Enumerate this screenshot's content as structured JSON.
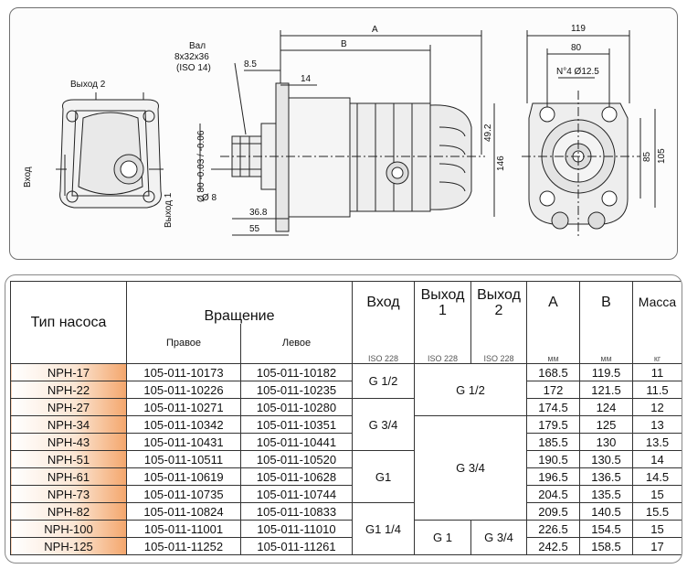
{
  "drawing": {
    "labels": {
      "shaft_title": "Вал",
      "shaft_spec": "8x32x36",
      "shaft_std": "(ISO 14)",
      "outlet2": "Выход 2",
      "inlet": "Вход",
      "outlet1": "Выход 1",
      "dia_pilot": "Ø 80 -0.03 / -0.06",
      "dia_8": "Ø 8",
      "bolt_holes": "N°4 Ø12.5"
    },
    "dims": {
      "A": "A",
      "B": "B",
      "d8_5": "8.5",
      "d14": "14",
      "d36_8": "36.8",
      "d55": "55",
      "d49_2": "49.2",
      "d146": "146",
      "d119": "119",
      "d80": "80",
      "d85": "85",
      "d105": "105"
    }
  },
  "table": {
    "headers": {
      "pump_type": "Тип насоса",
      "rotation": "Вращение",
      "right": "Правое",
      "left": "Левое",
      "inlet": "Вход",
      "outlet1_a": "Выход",
      "outlet1_b": "1",
      "outlet2_a": "Выход",
      "outlet2_b": "2",
      "A": "A",
      "B": "B",
      "mass": "Масса",
      "iso_in": "ISO 228",
      "iso_out1": "ISO 228",
      "iso_out2": "ISO 228",
      "unit_A": "мм",
      "unit_B": "мм",
      "unit_mass": "кг"
    },
    "merged": {
      "inlet_g12": "G 1/2",
      "inlet_g34": "G 3/4",
      "inlet_g1": "G1",
      "inlet_g114": "G1 1/4",
      "out_g12": "G 1/2",
      "out_g34": "G 3/4",
      "out1_g1": "G 1",
      "out2_g34": "G 3/4"
    },
    "rows": [
      {
        "model": "NPH-17",
        "right": "105-011-10173",
        "left": "105-011-10182",
        "A": "168.5",
        "B": "119.5",
        "mass": "11"
      },
      {
        "model": "NPH-22",
        "right": "105-011-10226",
        "left": "105-011-10235",
        "A": "172",
        "B": "121.5",
        "mass": "11.5"
      },
      {
        "model": "NPH-27",
        "right": "105-011-10271",
        "left": "105-011-10280",
        "A": "174.5",
        "B": "124",
        "mass": "12"
      },
      {
        "model": "NPH-34",
        "right": "105-011-10342",
        "left": "105-011-10351",
        "A": "179.5",
        "B": "125",
        "mass": "13"
      },
      {
        "model": "NPH-43",
        "right": "105-011-10431",
        "left": "105-011-10441",
        "A": "185.5",
        "B": "130",
        "mass": "13.5"
      },
      {
        "model": "NPH-51",
        "right": "105-011-10511",
        "left": "105-011-10520",
        "A": "190.5",
        "B": "130.5",
        "mass": "14"
      },
      {
        "model": "NPH-61",
        "right": "105-011-10619",
        "left": "105-011-10628",
        "A": "196.5",
        "B": "136.5",
        "mass": "14.5"
      },
      {
        "model": "NPH-73",
        "right": "105-011-10735",
        "left": "105-011-10744",
        "A": "204.5",
        "B": "135.5",
        "mass": "15"
      },
      {
        "model": "NPH-82",
        "right": "105-011-10824",
        "left": "105-011-10833",
        "A": "209.5",
        "B": "140.5",
        "mass": "15.5"
      },
      {
        "model": "NPH-100",
        "right": "105-011-11001",
        "left": "105-011-11010",
        "A": "226.5",
        "B": "154.5",
        "mass": "15"
      },
      {
        "model": "NPH-125",
        "right": "105-011-11252",
        "left": "105-011-11261",
        "A": "242.5",
        "B": "158.5",
        "mass": "17"
      }
    ]
  }
}
